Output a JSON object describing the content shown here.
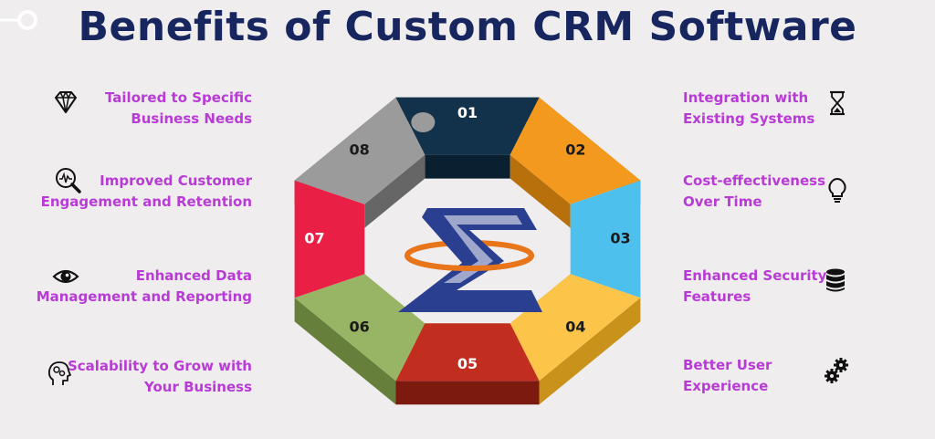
{
  "title": "Benefits of Custom CRM Software",
  "benefits": {
    "b1": [
      "Tailored to Specific",
      "Business Needs"
    ],
    "b2": [
      "Improved Customer",
      "Engagement and Retention"
    ],
    "b3": [
      "Enhanced Data",
      "Management and Reporting"
    ],
    "b4": [
      "Scalability to Grow with",
      "Your Business"
    ],
    "b5": [
      "Integration with",
      "Existing Systems"
    ],
    "b6": [
      "Cost-effectiveness",
      "Over Time"
    ],
    "b7": [
      "Enhanced Security",
      "Features"
    ],
    "b8": [
      "Better User",
      "Experience"
    ]
  },
  "segments": [
    {
      "number": "01",
      "color": "#11324a",
      "side": "#0a1f2f",
      "text_color": "#ffffff",
      "icon": "none"
    },
    {
      "number": "02",
      "color": "#f39a1e",
      "side": "#b8700c",
      "text_color": "#1a1a1a"
    },
    {
      "number": "03",
      "color": "#4ec0ee",
      "side": "#2a8ab4",
      "text_color": "#1a1a1a"
    },
    {
      "number": "04",
      "color": "#fcc549",
      "side": "#c9921a",
      "text_color": "#1a1a1a"
    },
    {
      "number": "05",
      "color": "#c12d1e",
      "side": "#7d1a10",
      "text_color": "#ffffff"
    },
    {
      "number": "06",
      "color": "#97b565",
      "side": "#66803c",
      "text_color": "#1a1a1a"
    },
    {
      "number": "07",
      "color": "#e91f45",
      "side": "#9a0e29",
      "text_color": "#ffffff"
    },
    {
      "number": "08",
      "color": "#9b9b9b",
      "side": "#666666",
      "text_color": "#1a1a1a"
    }
  ],
  "icons": {
    "b1": "diamond-icon",
    "b2": "magnifier-chart-icon",
    "b3": "eye-icon",
    "b4": "head-gears-icon",
    "b5": "hourglass-icon",
    "b6": "lightbulb-icon",
    "b7": "database-icon",
    "b8": "gears-icon"
  },
  "logo_colors": {
    "blue": "#2a3f8f",
    "orange": "#e8751a"
  }
}
